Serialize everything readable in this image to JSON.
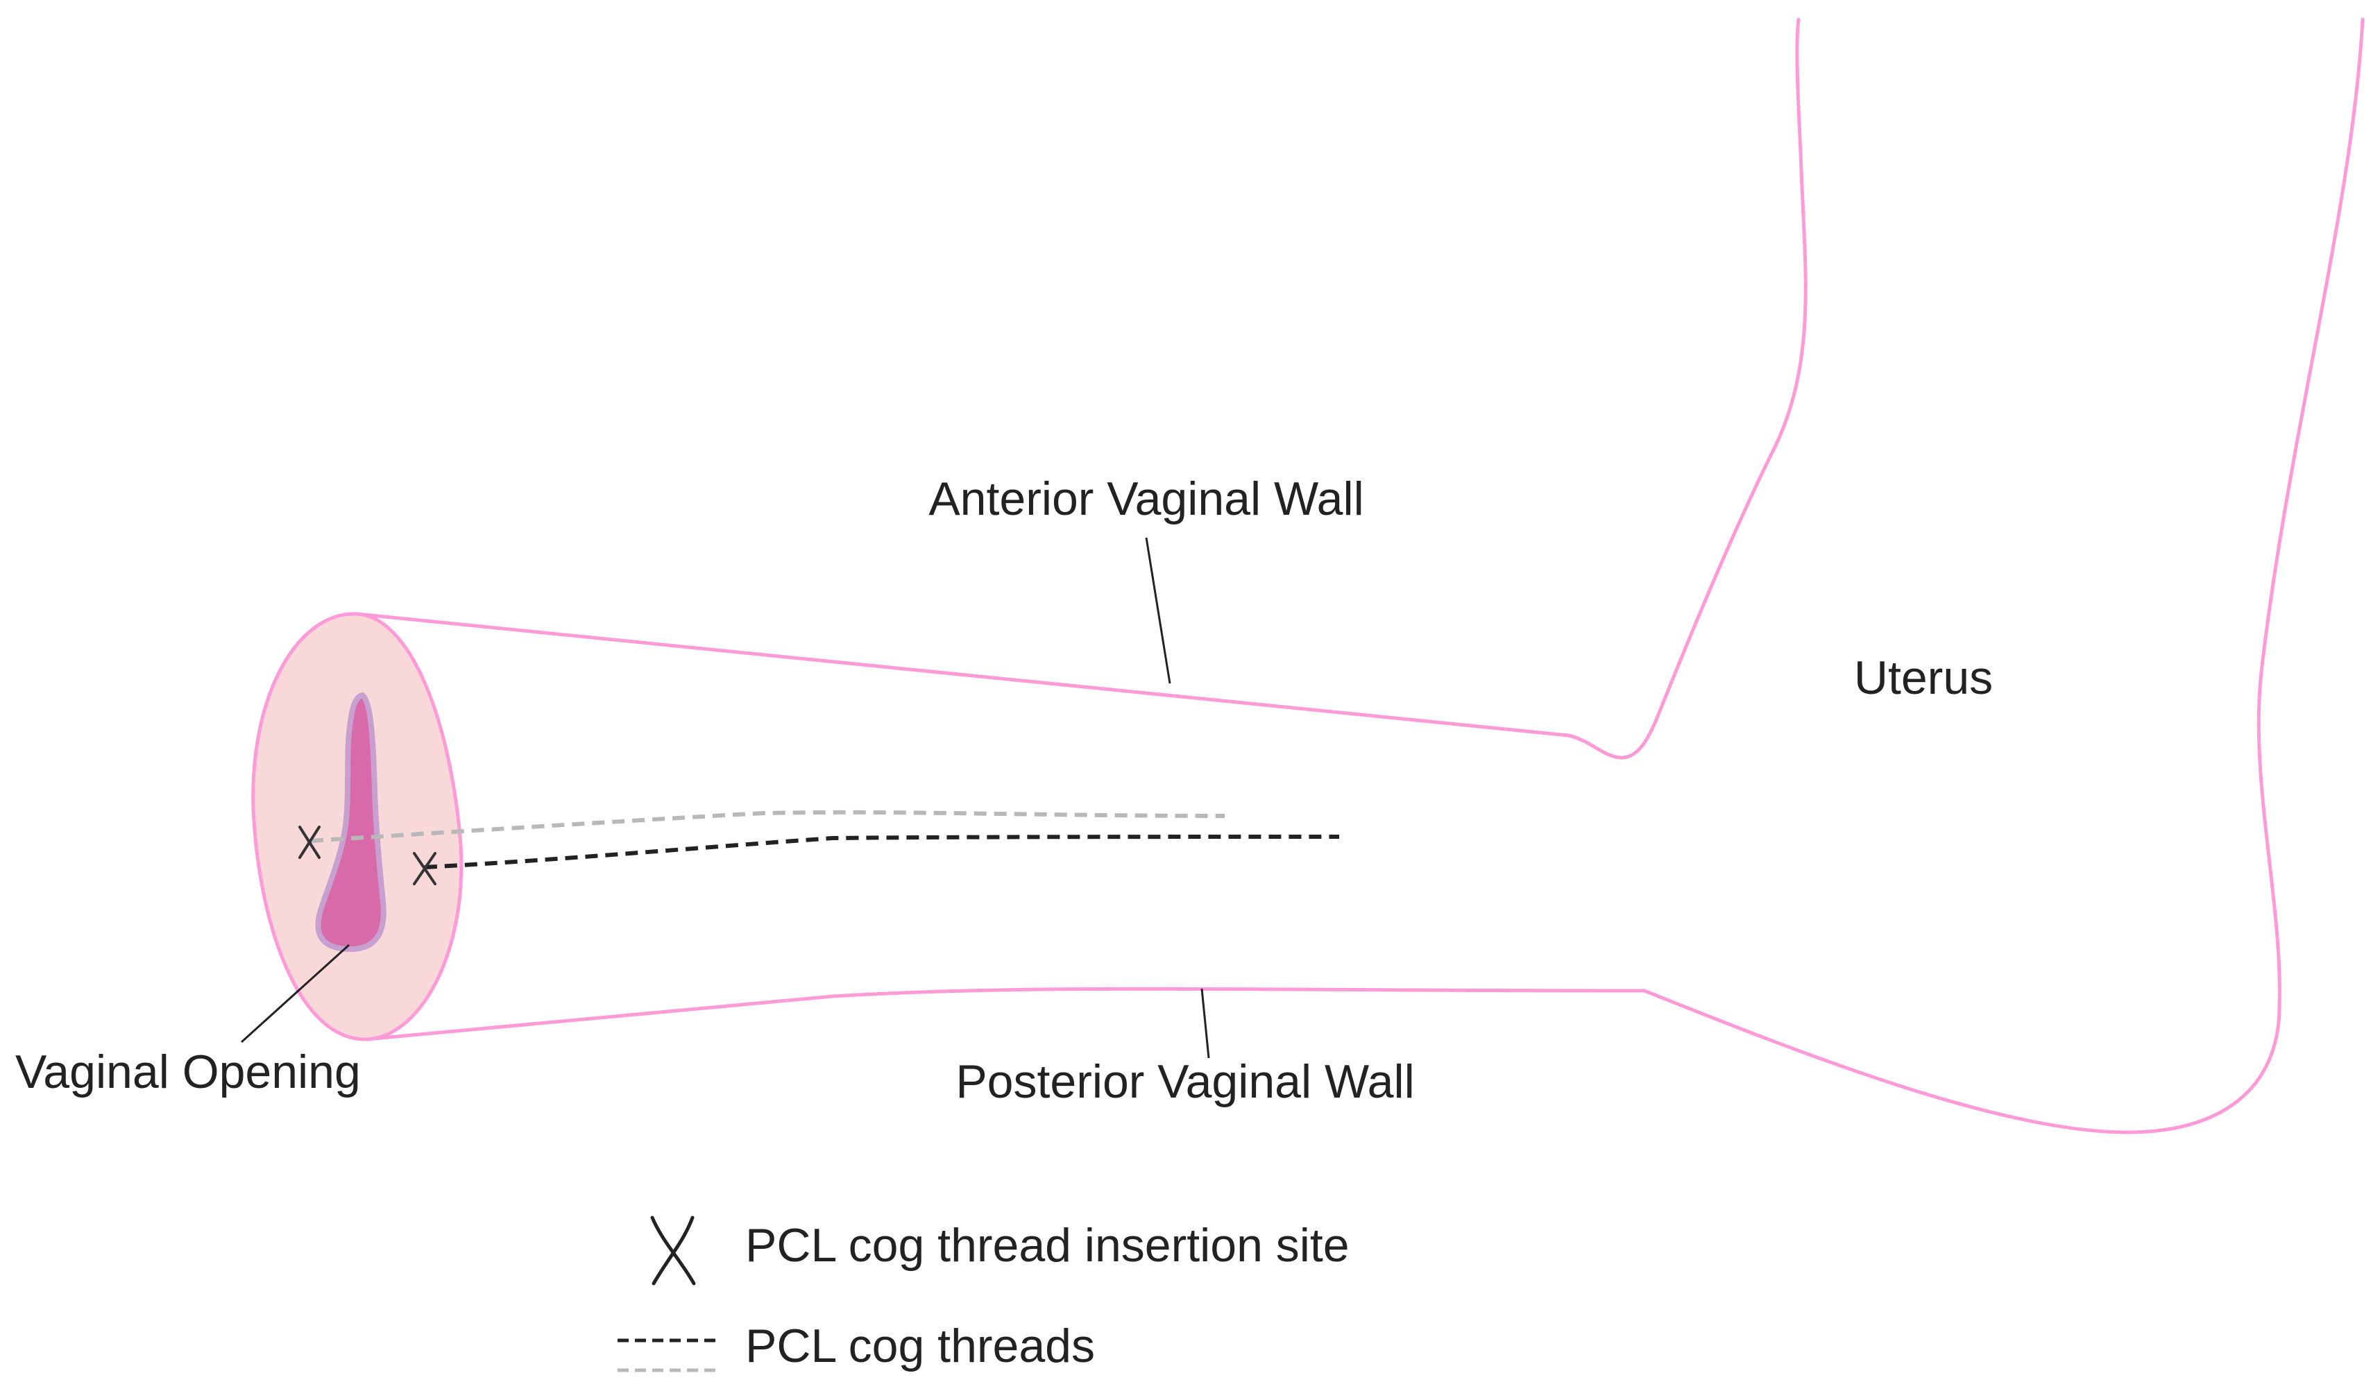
{
  "labels": {
    "anterior_wall": "Anterior Vaginal Wall",
    "posterior_wall": "Posterior Vaginal Wall",
    "uterus": "Uterus",
    "vaginal_opening": "Vaginal Opening"
  },
  "legend": {
    "insertion_site": "PCL cog thread insertion site",
    "threads": "PCL cog threads"
  },
  "colors": {
    "outline": "#ff9ad8",
    "opening_fill": "#f8d8d8",
    "inner_fill": "#d86aaa",
    "inner_stroke": "#c8a0d0",
    "thread_dark": "#222222",
    "thread_light": "#b8b8b8",
    "label_text": "#222222"
  }
}
